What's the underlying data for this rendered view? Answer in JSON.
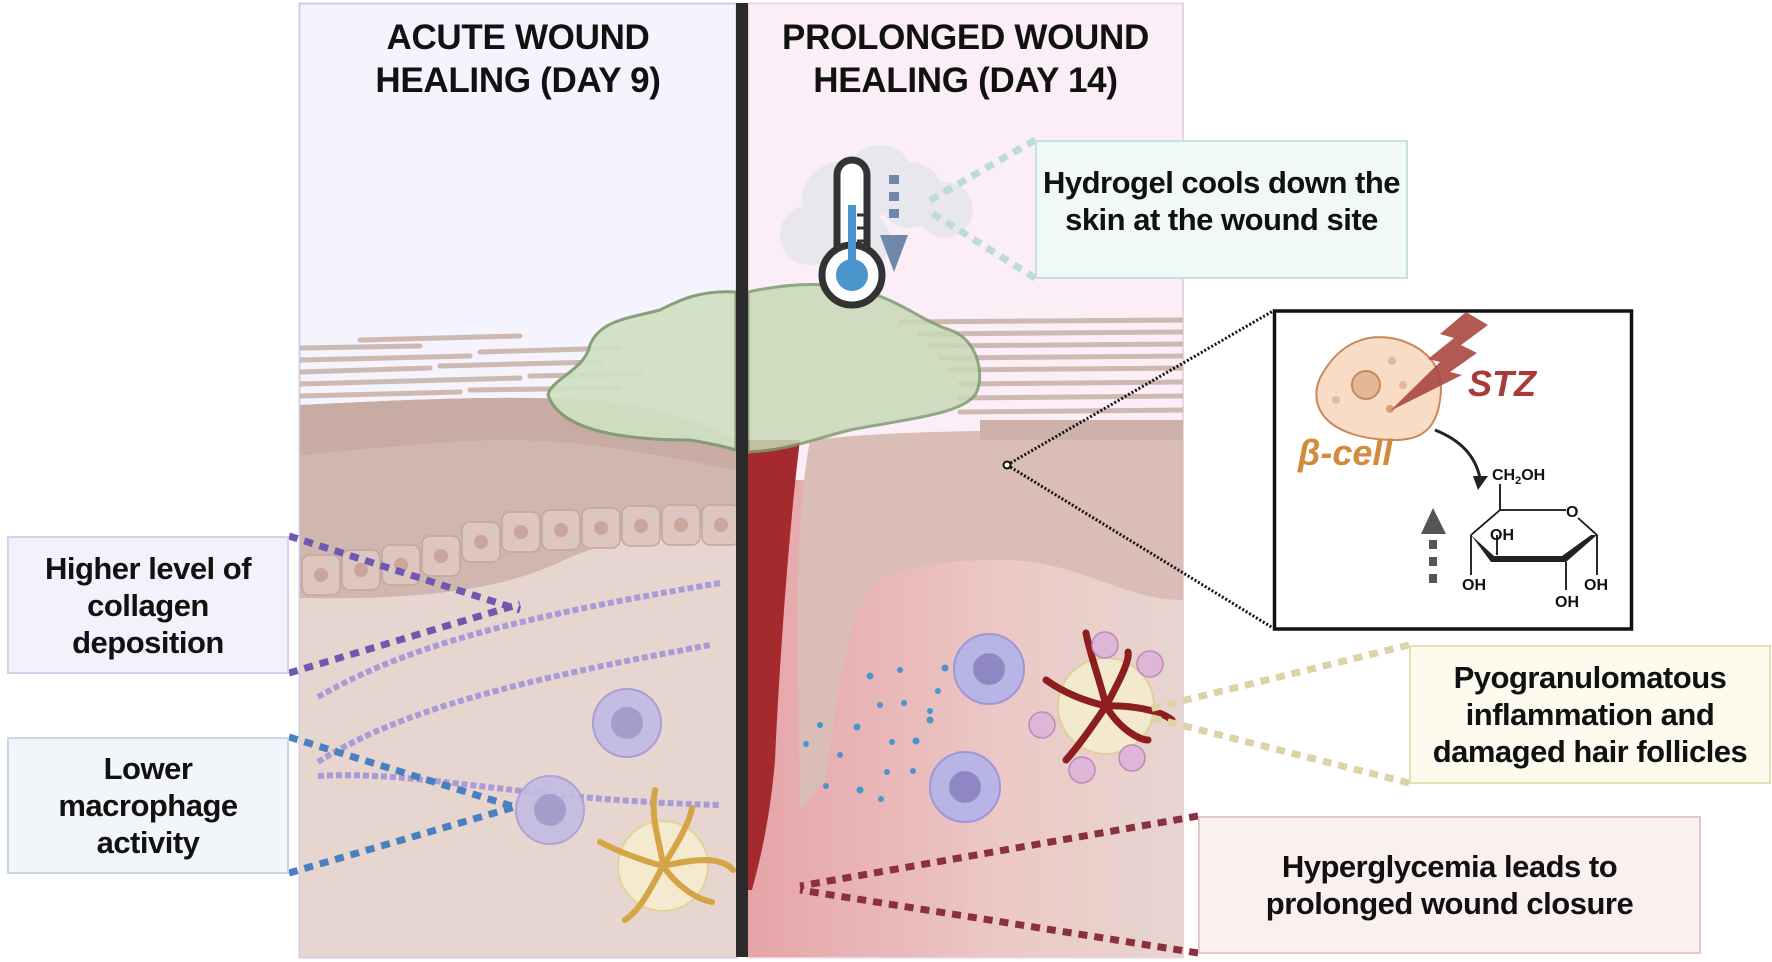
{
  "panels": {
    "acute": {
      "title_line1": "ACUTE WOUND",
      "title_line2": "HEALING (DAY 9)",
      "background": "#f5f3fd"
    },
    "prolonged": {
      "title_line1": "PROLONGED WOUND",
      "title_line2": "HEALING (DAY 14)",
      "background": "#fbeef6"
    }
  },
  "callouts": {
    "collagen": {
      "lines": [
        "Higher level of",
        "collagen",
        "deposition"
      ],
      "accent": "#6f58b0"
    },
    "macrophage": {
      "lines": [
        "Lower",
        "macrophage",
        "activity"
      ],
      "accent": "#4a80c0"
    },
    "hydrogel": {
      "lines": [
        "Hydrogel cools down the",
        "skin at the wound site"
      ],
      "accent": "#bcdcd6"
    },
    "pyogranulomatous": {
      "lines": [
        "Pyogranulomatous",
        "inflammation and",
        "damaged hair follicles"
      ],
      "accent": "#ddd3a4"
    },
    "hyperglycemia": {
      "lines": [
        "Hyperglycemia leads to",
        "prolonged wound closure"
      ],
      "accent": "#8a3040"
    }
  },
  "inset": {
    "cell_label": "β-cell",
    "cell_label_color": "#d38a3a",
    "agent_label": "STZ",
    "agent_label_color": "#a83a3a",
    "glucose": {
      "ch2oh": "CH",
      "ch2oh_sub": "2",
      "ch2oh_tail": "OH",
      "ring_o": "O",
      "oh_labels": [
        "OH",
        "OH",
        "OH",
        "OH"
      ]
    }
  },
  "icons": {
    "thermometer": "thermometer-icon",
    "down_arrow": "dashed-down-arrow-icon",
    "up_arrow": "dashed-up-arrow-icon",
    "lightning": "lightning-bolt-icon"
  }
}
